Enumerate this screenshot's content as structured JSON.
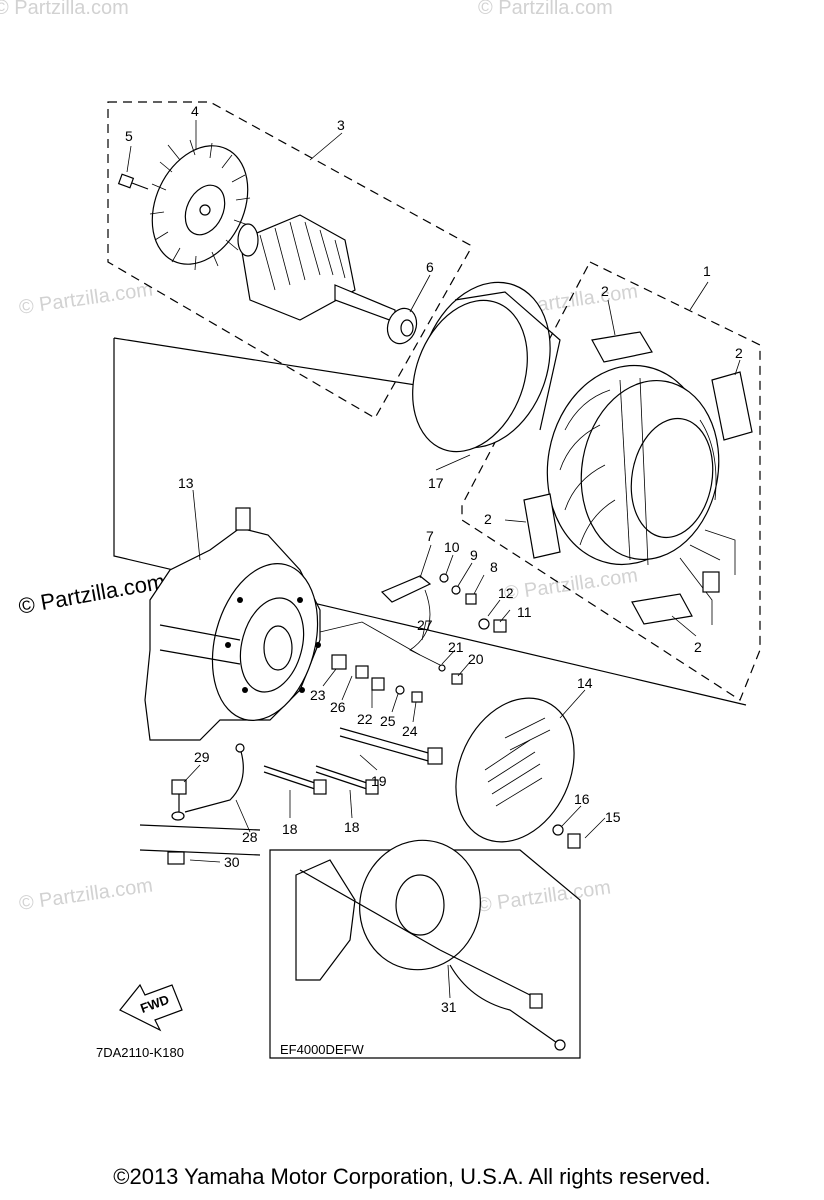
{
  "watermark": {
    "text": "© Partzilla.com",
    "prominent_text": "© Partzilla.com"
  },
  "diagram_code": "7DA2110-K180",
  "inset_model": "EF4000DEFW",
  "fwd_label": "FWD",
  "copyright": "©2013  Yamaha Motor Corporation, U.S.A. All rights reserved.",
  "callouts": [
    "1",
    "2",
    "2",
    "2",
    "2",
    "3",
    "4",
    "5",
    "6",
    "7",
    "8",
    "9",
    "10",
    "11",
    "12",
    "13",
    "14",
    "15",
    "16",
    "17",
    "18",
    "18",
    "19",
    "20",
    "21",
    "22",
    "23",
    "24",
    "25",
    "26",
    "27",
    "28",
    "29",
    "30",
    "31"
  ]
}
